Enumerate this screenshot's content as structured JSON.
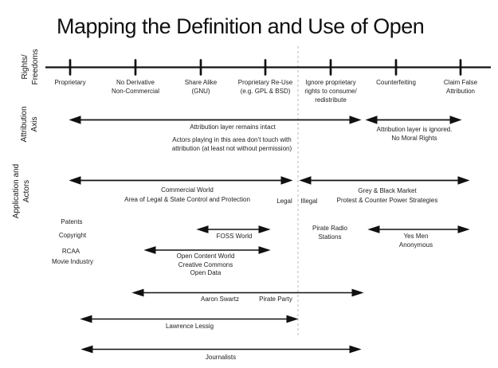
{
  "title": "Mapping the Definition and Use of Open",
  "row_labels": {
    "rights": "Rights/\nFreedoms",
    "attribution": "Attribution\nAxis",
    "application": "Application and\nActors"
  },
  "axis": {
    "ticks": [
      {
        "label": "Proprietary"
      },
      {
        "label": "No Derivative\nNon-Commercial"
      },
      {
        "label": "Share Alike\n(GNU)"
      },
      {
        "label": "Proprietary Re-Use\n(e.g. GPL & BSD)"
      },
      {
        "label": "Ignore proprietary\nrights to consume/\nredistribute"
      },
      {
        "label": "Counterfeiting"
      },
      {
        "label": "Claim False\nAttribution"
      }
    ]
  },
  "attribution_section": {
    "intact_label": "Attribution layer remains intact",
    "intact_note": "Actors playing in this area don’t touch with\nattribution (at least not without permission)",
    "ignored_label": "Attribution layer is ignored.\nNo Moral Rights"
  },
  "application_section": {
    "commercial": "Commercial World\nArea of Legal & State Control and Protection",
    "legal": "Legal",
    "illegal": "Illegal",
    "grey_market": "Grey & Black Market\nProtest & Counter Power Strategies",
    "actors_left": [
      "Patents",
      "Copyright",
      "RCAA",
      "Movie Industry"
    ],
    "foss": "FOSS World",
    "pirate_radio": "Pirate Radio\nStations",
    "yes_men": "Yes Men\nAnonymous",
    "open_content": "Open Content World\nCreative Commons\nOpen Data",
    "aaron_swartz": "Aaron Swartz",
    "pirate_party": "Pirate Party",
    "lawrence_lessig": "Lawrence Lessig",
    "journalists": "Journalists"
  },
  "colors": {
    "ink": "#111111",
    "divider": "#b9b9b9",
    "background": "#ffffff"
  }
}
